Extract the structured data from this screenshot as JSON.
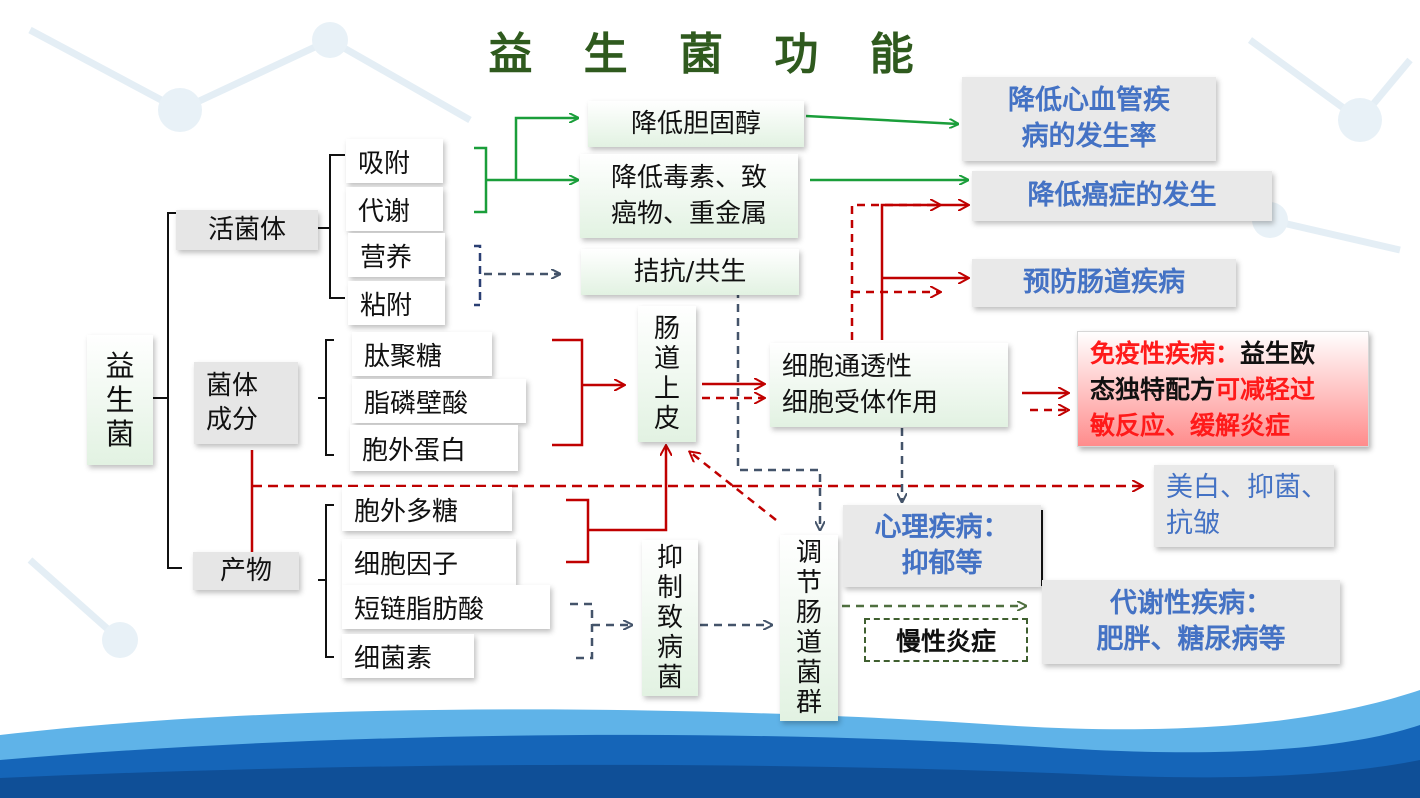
{
  "title": "益 生 菌 功 能",
  "root": [
    "益",
    "生",
    "菌"
  ],
  "level1": {
    "live": "活菌体",
    "component": [
      "菌体",
      "成分"
    ],
    "product": "产物"
  },
  "live_items": [
    "吸附",
    "代谢",
    "营养",
    "粘附"
  ],
  "component_items": [
    "肽聚糖",
    "脂磷壁酸",
    "胞外蛋白"
  ],
  "product_items": [
    "胞外多糖",
    "细胞因子",
    "短链脂肪酸",
    "细菌素"
  ],
  "mid": {
    "cholesterol": "降低胆固醇",
    "toxin": [
      "降低毒素、致",
      "癌物、重金属"
    ],
    "antagonism": "拮抗/共生",
    "epithelium": [
      "肠",
      "道",
      "上",
      "皮"
    ],
    "cell": [
      "细胞通透性",
      "细胞受体作用"
    ],
    "inhibit": [
      "抑",
      "制",
      "致",
      "病",
      "菌"
    ],
    "regulate": [
      "调",
      "节",
      "肠",
      "道",
      "菌",
      "群"
    ]
  },
  "outcomes": {
    "cardio": [
      "降低心血管疾",
      "病的发生率"
    ],
    "cancer": "降低癌症的发生",
    "intestine": "预防肠道疾病",
    "whitening": [
      "美白、抑菌、",
      "抗皱"
    ],
    "mental": [
      "心理疾病：",
      "抑郁等"
    ],
    "metabolic": [
      "代谢性疾病：",
      "肥胖、糖尿病等"
    ],
    "inflammation": "慢性炎症",
    "immune": {
      "part1": "免疫性疾病：",
      "part2": "益生欧",
      "part3": "态独特配方",
      "part4": "可减轻过",
      "part5": "敏反应、缓解炎症"
    }
  },
  "colors": {
    "title": "#2f5a1e",
    "green_arrow": "#1a9e3a",
    "red_arrow": "#c00000",
    "dashed_red": "#c00000",
    "dashed_gray": "#44546a",
    "outcome_text": "#4472c4",
    "immune_red": "#ff1a1a",
    "wave_dark": "#1565b8",
    "wave_light": "#5fb3e8"
  }
}
